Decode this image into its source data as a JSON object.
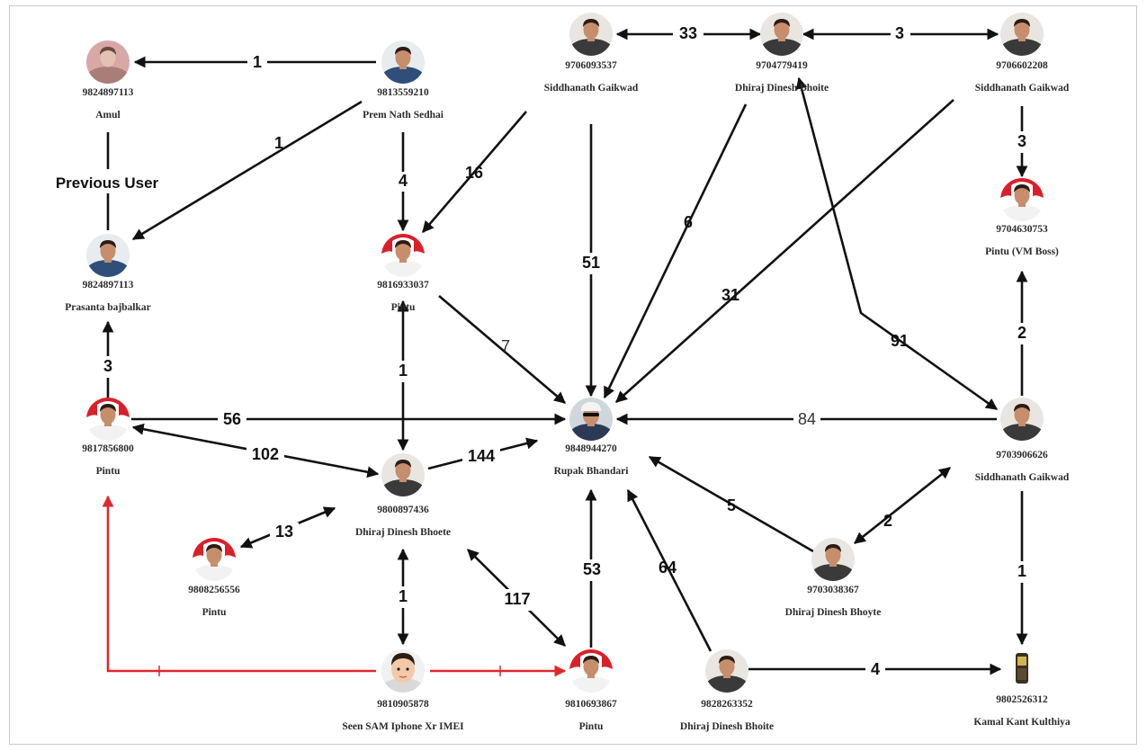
{
  "annotation": {
    "previous_user": "Previous User"
  },
  "colors": {
    "edge": "#111111",
    "link_red": "#e0282c",
    "node_red": "#d9202a",
    "skin": "#c68e6b",
    "hair": "#2a1d16",
    "shirt_dark": "#3a3a3a",
    "shirt_blue": "#2f4f7a"
  },
  "nodes": {
    "amul": {
      "number": "9824897113",
      "name": "Amul",
      "avatar": "person-pale-icon"
    },
    "prem": {
      "number": "9813559210",
      "name": "Prem Nath Sedhai",
      "avatar": "person-blue-icon"
    },
    "sid1": {
      "number": "9706093537",
      "name": "Siddhanath Gaikwad",
      "avatar": "person-icon"
    },
    "dhiraj1": {
      "number": "9704779419",
      "name": "Dhiraj Dinesh Bhoite",
      "avatar": "person-icon"
    },
    "sid2": {
      "number": "9706602208",
      "name": "Siddhanath Gaikwad",
      "avatar": "person-icon"
    },
    "prasanta": {
      "number": "9824897113",
      "name": "Prasanta bajbalkar",
      "avatar": "person-blue-icon"
    },
    "pintu1": {
      "number": "9816933037",
      "name": "Pintu",
      "avatar": "person-red-icon"
    },
    "pintuvm": {
      "number": "9704630753",
      "name": "Pintu (VM Boss)",
      "avatar": "person-red-icon"
    },
    "pintu2": {
      "number": "9817856800",
      "name": "Pintu",
      "avatar": "person-red-icon"
    },
    "rupak": {
      "number": "9848944270",
      "name": "Rupak Bhandari",
      "avatar": "person-sunglasses-icon"
    },
    "sid3": {
      "number": "9703906626",
      "name": "Siddhanath Gaikwad",
      "avatar": "person-icon"
    },
    "dhiraj2": {
      "number": "9800897436",
      "name": "Dhiraj Dinesh Bhoete",
      "avatar": "person-icon"
    },
    "pintu3": {
      "number": "9808256556",
      "name": "Pintu",
      "avatar": "person-red-icon"
    },
    "dhiraj3": {
      "number": "9703038367",
      "name": "Dhiraj Dinesh Bhoyte",
      "avatar": "person-icon"
    },
    "sam": {
      "number": "9810905878",
      "name": "Seen SAM Iphone Xr IMEI",
      "avatar": "cartoon-face-icon"
    },
    "pintu4": {
      "number": "9810693867",
      "name": "Pintu",
      "avatar": "person-red-icon"
    },
    "dhiraj4": {
      "number": "9828263352",
      "name": "Dhiraj Dinesh Bhoite",
      "avatar": "person-icon"
    },
    "kamal": {
      "number": "9802526312",
      "name": "Kamal Kant Kulthiya",
      "avatar": "phone-icon"
    }
  },
  "edges": [
    {
      "from": "prem",
      "to": "amul",
      "count": "1"
    },
    {
      "from": "prem",
      "to": "prasanta",
      "count": "1"
    },
    {
      "from": "prem",
      "to": "pintu1",
      "count": "4"
    },
    {
      "from": "sid1",
      "to": "pintu1",
      "count": "16"
    },
    {
      "from": "sid1",
      "to": "dhiraj1",
      "count": "33"
    },
    {
      "from": "dhiraj1",
      "to": "sid2",
      "count": "3"
    },
    {
      "from": "sid1",
      "to": "rupak",
      "count": "51"
    },
    {
      "from": "dhiraj1",
      "to": "rupak",
      "count": "6"
    },
    {
      "from": "sid2",
      "to": "rupak",
      "count": "31"
    },
    {
      "from": "sid2",
      "to": "pintuvm",
      "count": "3"
    },
    {
      "from": "sid3",
      "to": "dhiraj1",
      "count": "91"
    },
    {
      "from": "sid3",
      "to": "pintuvm",
      "count": "2"
    },
    {
      "from": "pintu1",
      "to": "rupak",
      "count": "7"
    },
    {
      "from": "pintu2",
      "to": "prasanta",
      "count": "3"
    },
    {
      "from": "pintu2",
      "to": "rupak",
      "count": "56"
    },
    {
      "from": "sid3",
      "to": "rupak",
      "count": "84"
    },
    {
      "from": "pintu2",
      "to": "dhiraj2",
      "count": "102"
    },
    {
      "from": "dhiraj2",
      "to": "rupak",
      "count": "144"
    },
    {
      "from": "pintu1",
      "to": "dhiraj2",
      "count": "1"
    },
    {
      "from": "pintu3",
      "to": "dhiraj2",
      "count": "13"
    },
    {
      "from": "dhiraj2",
      "to": "sam",
      "count": "1"
    },
    {
      "from": "dhiraj2",
      "to": "pintu4",
      "count": "117"
    },
    {
      "from": "pintu4",
      "to": "rupak",
      "count": "53"
    },
    {
      "from": "dhiraj4",
      "to": "rupak",
      "count": "64"
    },
    {
      "from": "dhiraj3",
      "to": "rupak",
      "count": "5"
    },
    {
      "from": "sid3",
      "to": "dhiraj3",
      "count": "2"
    },
    {
      "from": "sid3",
      "to": "kamal",
      "count": "1"
    },
    {
      "from": "dhiraj4",
      "to": "kamal",
      "count": "4"
    }
  ]
}
